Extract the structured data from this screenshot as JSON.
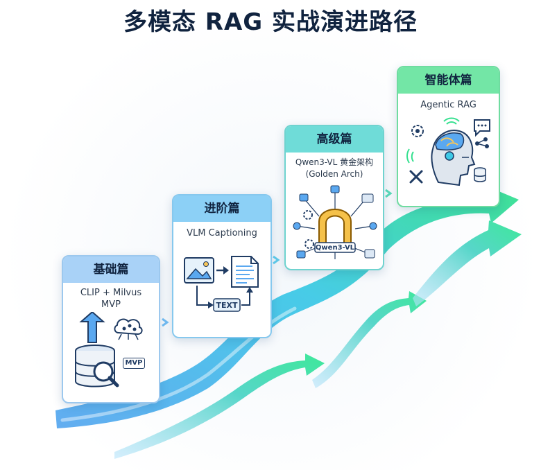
{
  "title": "多模态 RAG 实战演进路径",
  "stages": [
    {
      "name": "基础篇",
      "desc": "CLIP + Milvus\nMVP",
      "badge": "MVP",
      "header_color": "#a9d2f7",
      "border_color": "#9cc8ee"
    },
    {
      "name": "进阶篇",
      "desc": "VLM Captioning",
      "badge": "TEXT",
      "header_color": "#8cd0f6",
      "border_color": "#86c8ee"
    },
    {
      "name": "高级篇",
      "desc": "Qwen3-VL 黄金架构\n(Golden Arch)",
      "badge": "Qwen3-VL",
      "header_color": "#6fdcd8",
      "border_color": "#6fd3cf"
    },
    {
      "name": "智能体篇",
      "desc": "Agentic RAG",
      "badge": "",
      "header_color": "#73e6a6",
      "border_color": "#6fdca0"
    }
  ],
  "colors": {
    "path_start": "#5aa8f0",
    "path_mid": "#3ec9e6",
    "path_end": "#35e08f",
    "title": "#10233f"
  }
}
